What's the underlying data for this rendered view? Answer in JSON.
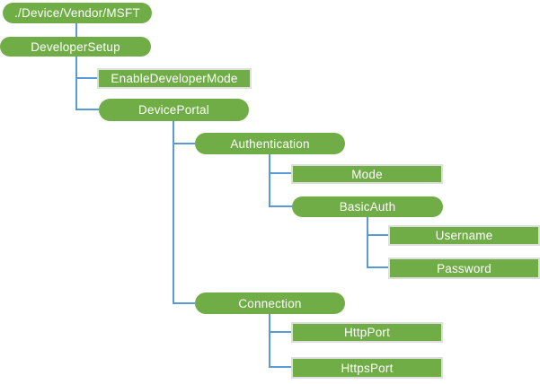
{
  "diagram": {
    "type": "tree",
    "colors": {
      "node_fill": "#70AD47",
      "node_text": "#FFFFFF",
      "leaf_border": "#DEDEDE",
      "connector": "#5B9BD5",
      "background": "#FFFFFF"
    },
    "nodes": [
      {
        "label": "./Device/Vendor/MSFT",
        "type": "branch",
        "parent": null
      },
      {
        "label": "DeveloperSetup",
        "type": "branch",
        "parent": "./Device/Vendor/MSFT"
      },
      {
        "label": "EnableDeveloperMode",
        "type": "leaf",
        "parent": "DeveloperSetup"
      },
      {
        "label": "DevicePortal",
        "type": "branch",
        "parent": "DeveloperSetup"
      },
      {
        "label": "Authentication",
        "type": "branch",
        "parent": "DevicePortal"
      },
      {
        "label": "Mode",
        "type": "leaf",
        "parent": "Authentication"
      },
      {
        "label": "BasicAuth",
        "type": "branch",
        "parent": "Authentication"
      },
      {
        "label": "Username",
        "type": "leaf",
        "parent": "BasicAuth"
      },
      {
        "label": "Password",
        "type": "leaf",
        "parent": "BasicAuth"
      },
      {
        "label": "Connection",
        "type": "branch",
        "parent": "DevicePortal"
      },
      {
        "label": "HttpPort",
        "type": "leaf",
        "parent": "Connection"
      },
      {
        "label": "HttpsPort",
        "type": "leaf",
        "parent": "Connection"
      }
    ]
  }
}
